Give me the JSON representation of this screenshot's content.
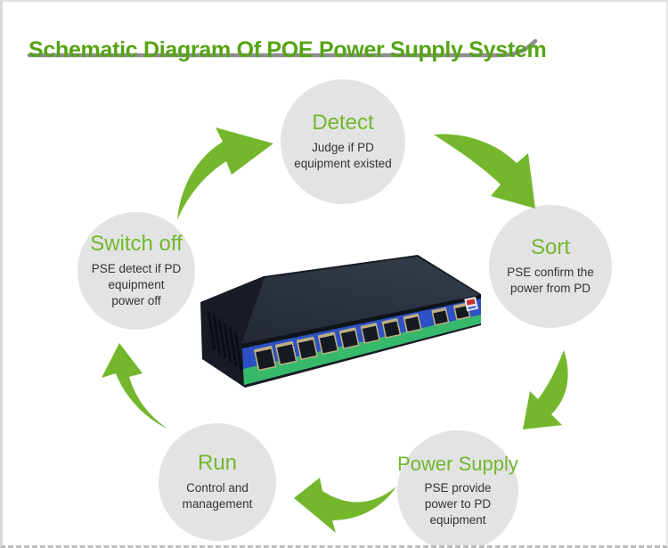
{
  "page": {
    "title": "Schematic Diagram Of POE Power Supply System",
    "title_color": "#55a413",
    "arrow_color": "#74b72d",
    "circle_fill": "#e3e3e3",
    "circle_title_color": "#72b82d"
  },
  "steps": [
    {
      "id": "detect",
      "title": "Detect",
      "description": "Judge if PD\nequipment existed"
    },
    {
      "id": "sort",
      "title": "Sort",
      "description": "PSE confirm the\npower from PD"
    },
    {
      "id": "power-supply",
      "title": "Power Supply",
      "description": "PSE provide\npower to PD\nequipment"
    },
    {
      "id": "run",
      "title": "Run",
      "description": "Control and\nmanagement"
    },
    {
      "id": "switch-off",
      "title": "Switch off",
      "description": "PSE detect if PD\nequipment\npower off"
    }
  ],
  "device": {
    "name": "POE network switch",
    "ports_total": 10,
    "poe_ports": 8,
    "uplink_ports": 2,
    "panel_color": "#2b51c4",
    "strip_color": "#37b96b"
  }
}
